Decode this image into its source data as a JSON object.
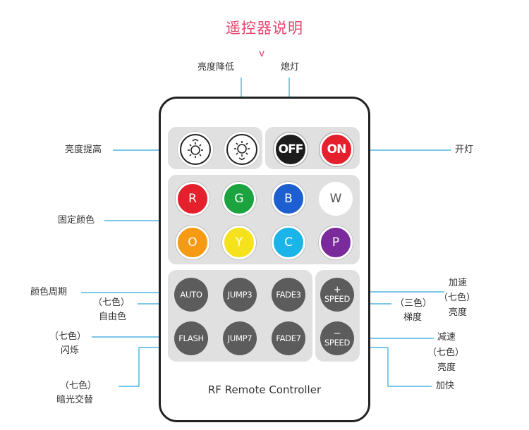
{
  "title": "遥控器说明",
  "chevron": "v",
  "remote": {
    "model_label": "RF Remote Controller",
    "power": {
      "off_label": "OFF",
      "on_label": "ON"
    },
    "colors": [
      {
        "label": "R",
        "color": "#e3202c"
      },
      {
        "label": "G",
        "color": "#1aa33f"
      },
      {
        "label": "B",
        "color": "#1d5fd0"
      },
      {
        "label": "W",
        "color": "#ffffff"
      },
      {
        "label": "O",
        "color": "#f79a13"
      },
      {
        "label": "Y",
        "color": "#f6e21c"
      },
      {
        "label": "C",
        "color": "#1bb4e8"
      },
      {
        "label": "P",
        "color": "#7a2a9a"
      }
    ],
    "modes": {
      "auto": "AUTO",
      "jump3": "JUMP3",
      "fade3": "FADE3",
      "flash": "FLASH",
      "jump7": "JUMP7",
      "fade7": "FADE7"
    },
    "speed": {
      "plus": "+",
      "minus": "−",
      "label": "SPEED"
    }
  },
  "annotations": {
    "brightness_down": "亮度降低",
    "lights_off": "熄灯",
    "brightness_up": "亮度提高",
    "lights_on": "开灯",
    "fixed_color": "固定颜色",
    "color_cycle": "颜色周期",
    "seven_color_free_line1": "（七色）",
    "seven_color_free_line2": "自由色",
    "seven_color_flash_line1": "（七色）",
    "seven_color_flash_line2": "闪烁",
    "seven_color_fade_line1": "（七色）",
    "seven_color_fade_line2": "暗光交替",
    "three_color_gradient_line1": "（三色）",
    "three_color_gradient_line2": "梯度",
    "speed_up_line1": "加速",
    "speed_up_line2": "（七色）",
    "speed_up_line3": "亮度",
    "slow_down_line1": "减速",
    "slow_down_line2": "（七色）",
    "slow_down_line3": "亮度",
    "faster": "加快"
  },
  "accent_color": "#e8426e",
  "leader_color": "#2aa8dc"
}
